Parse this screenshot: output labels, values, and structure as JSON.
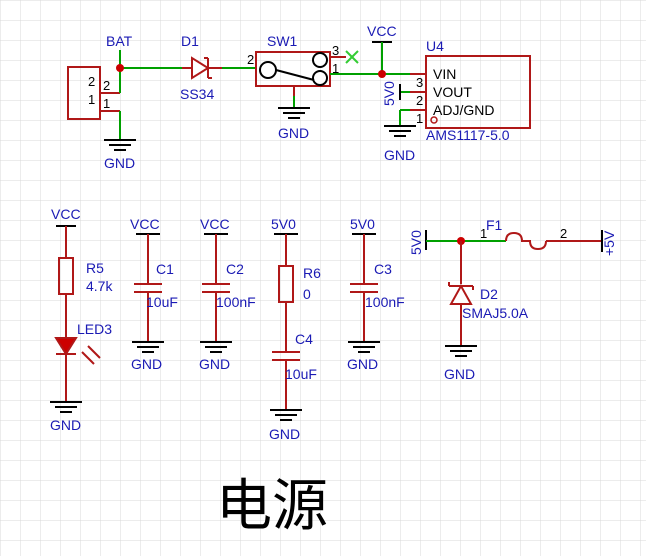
{
  "title": "电源",
  "colors": {
    "wire": "#00a000",
    "part": "#b01818",
    "label": "#1a1ab4",
    "junction": "#cc0000",
    "nc": "#33cc33",
    "grid": "#d9d9d9"
  },
  "labels": {
    "bat": "BAT",
    "d1": "D1",
    "d1_value": "SS34",
    "sw1": "SW1",
    "u4": "U4",
    "u4_value": "AMS1117-5.0",
    "vcc_top": "VCC",
    "gnd_conn": "GND",
    "gnd_sw": "GND",
    "gnd_u4": "GND",
    "vcc_r5": "VCC",
    "r5": "R5",
    "r5_value": "4.7k",
    "led3": "LED3",
    "gnd_led": "GND",
    "vcc_c1": "VCC",
    "c1": "C1",
    "c1_value": "10uF",
    "gnd_c1": "GND",
    "vcc_c2": "VCC",
    "c2": "C2",
    "c2_value": "100nF",
    "gnd_c2": "GND",
    "v5_r6": "5V0",
    "r6": "R6",
    "r6_value": "0",
    "c4": "C4",
    "c4_value": "10uF",
    "gnd_c4": "GND",
    "v5_c3": "5V0",
    "c3": "C3",
    "c3_value": "100nF",
    "gnd_c3": "GND",
    "v5_u4": "5V0",
    "v5_fuse": "5V0",
    "f1": "F1",
    "d2": "D2",
    "d2_value": "SMAJ5.0A",
    "gnd_d2": "GND",
    "p5v": "+5V"
  },
  "pins": {
    "conn_2": "2",
    "conn_1": "1",
    "conn_2b": "2",
    "conn_1b": "1",
    "d1_2": "2",
    "sw_3": "3",
    "sw_1": "1",
    "u4_3": "3",
    "u4_2": "2",
    "u4_1": "1",
    "u4_vin": "VIN",
    "u4_vout": "VOUT",
    "u4_adj": "ADJ/GND",
    "f1_1": "1",
    "f1_2": "2"
  }
}
